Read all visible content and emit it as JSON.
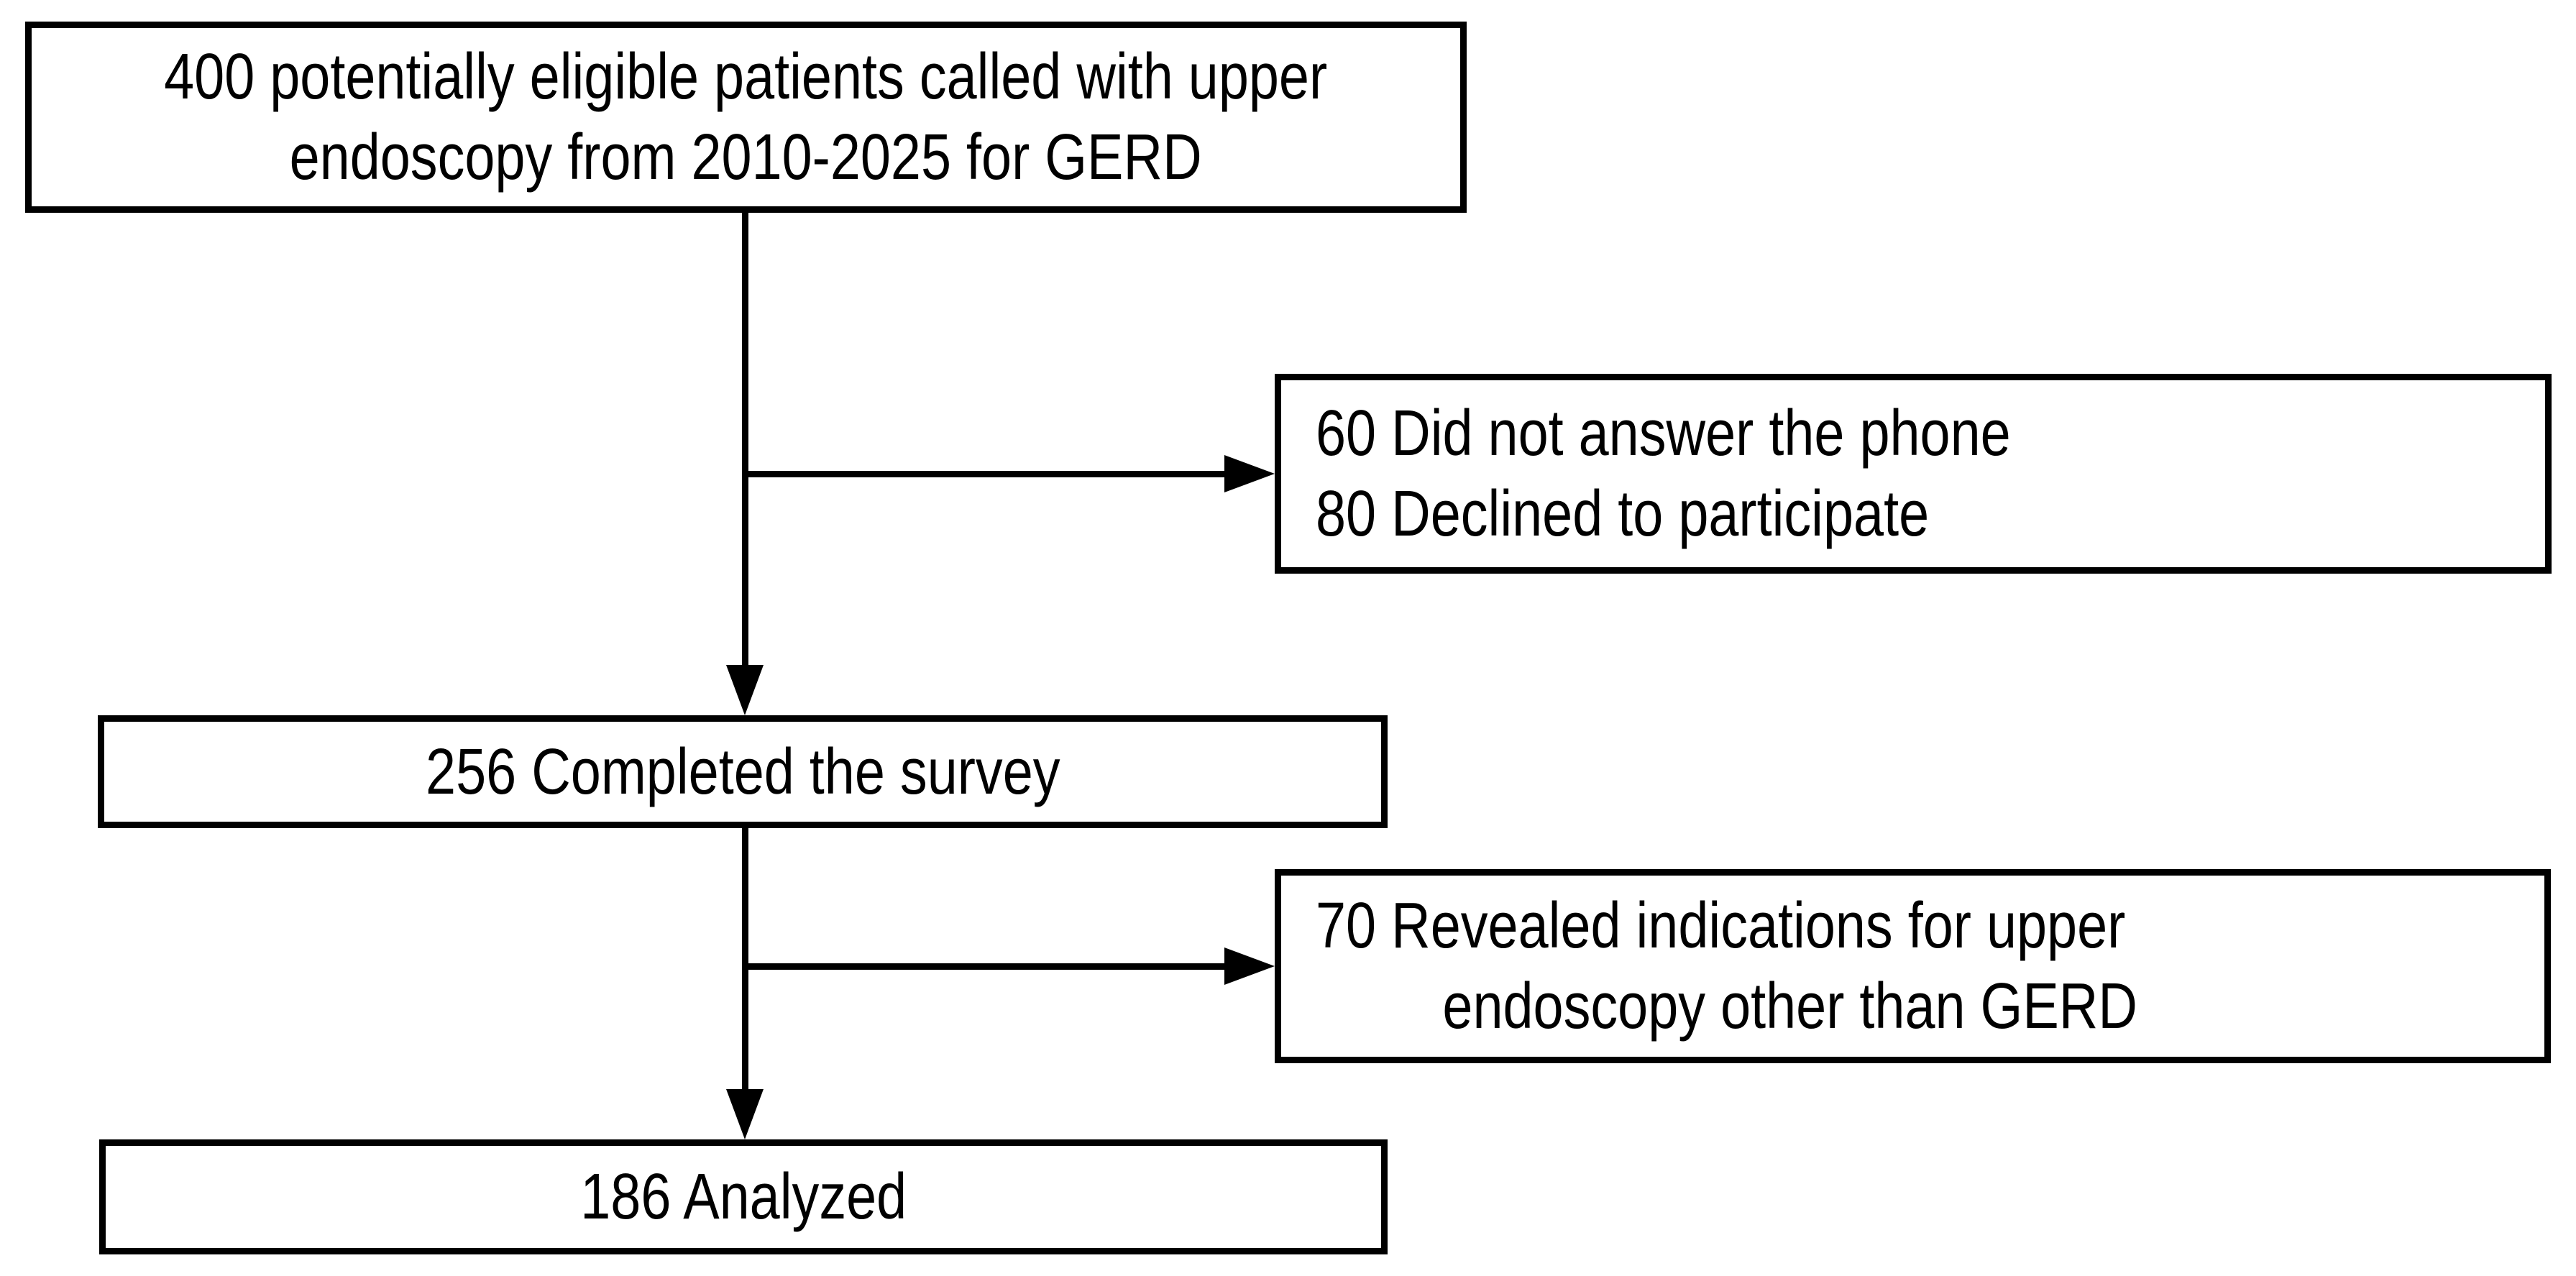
{
  "flowchart": {
    "colors": {
      "background": "#ffffff",
      "stroke": "#000000",
      "text": "#000000"
    },
    "boxes": {
      "eligible": {
        "count": "400",
        "lines": [
          "400 potentially eligible patients called with upper",
          "endoscopy from 2010-2025 for GERD"
        ]
      },
      "excluded_first": {
        "counts": [
          "60",
          "80"
        ],
        "lines": [
          "60 Did not answer the phone",
          "80 Declined to participate"
        ]
      },
      "completed": {
        "count": "256",
        "lines": [
          "256 Completed the survey"
        ]
      },
      "excluded_second": {
        "count": "70",
        "lines": [
          "70 Revealed indications for upper",
          "endoscopy other than GERD"
        ]
      },
      "analyzed": {
        "count": "186",
        "lines": [
          "186 Analyzed"
        ]
      }
    }
  }
}
